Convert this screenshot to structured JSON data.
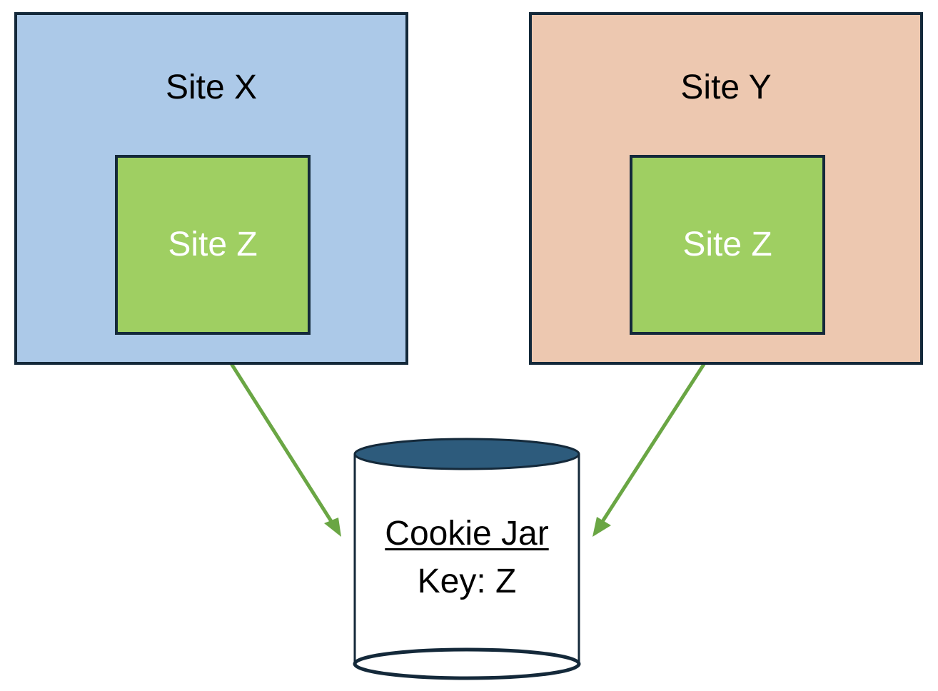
{
  "colors": {
    "site_x_fill": "#acc9e8",
    "site_y_fill": "#edc8b0",
    "embedded_site_fill": "#9fcf62",
    "border": "#14293a",
    "arrow": "#6aa644",
    "jar_top": "#2d5b7c"
  },
  "site_x": {
    "title": "Site X",
    "embedded": "Site Z"
  },
  "site_y": {
    "title": "Site Y",
    "embedded": "Site Z"
  },
  "cookie_jar": {
    "title": "Cookie Jar",
    "key": "Key: Z",
    "icon": "database-cylinder-icon"
  },
  "connections": [
    {
      "from": "site_x.embedded",
      "to": "cookie_jar",
      "style": "bidirectional-arrow"
    },
    {
      "from": "site_y.embedded",
      "to": "cookie_jar",
      "style": "bidirectional-arrow"
    }
  ]
}
